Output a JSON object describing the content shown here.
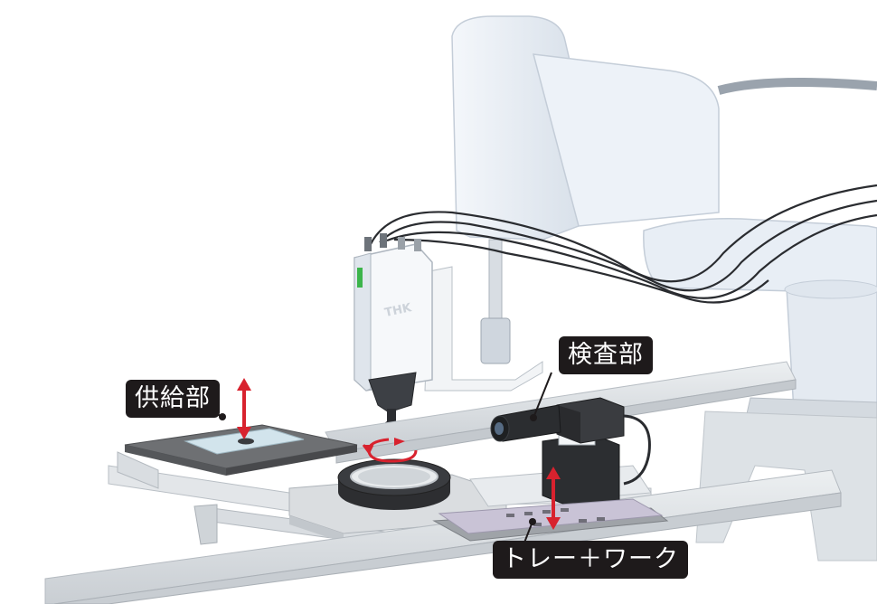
{
  "labels": {
    "supply": "供給部",
    "inspection": "検査部",
    "tray_work": "トレー＋ワーク"
  },
  "logo": "THK",
  "icons": {
    "robot": "scara-robot-icon",
    "camera": "inspection-camera-icon",
    "gripper": "electric-gripper-icon",
    "ring_light": "ring-light-icon",
    "rotation_arrow": "rotation-arrow-icon",
    "vertical_arrow": "vertical-arrow-icon"
  },
  "colors": {
    "callout_bg": "#1e1a1b",
    "callout_text": "#ffffff",
    "arrow": "#d8222e",
    "robot_body": "#eaf0f7",
    "rail": "#dfe2e5",
    "tray": "#c9c3d6",
    "supply_plate": "#6e7073"
  }
}
